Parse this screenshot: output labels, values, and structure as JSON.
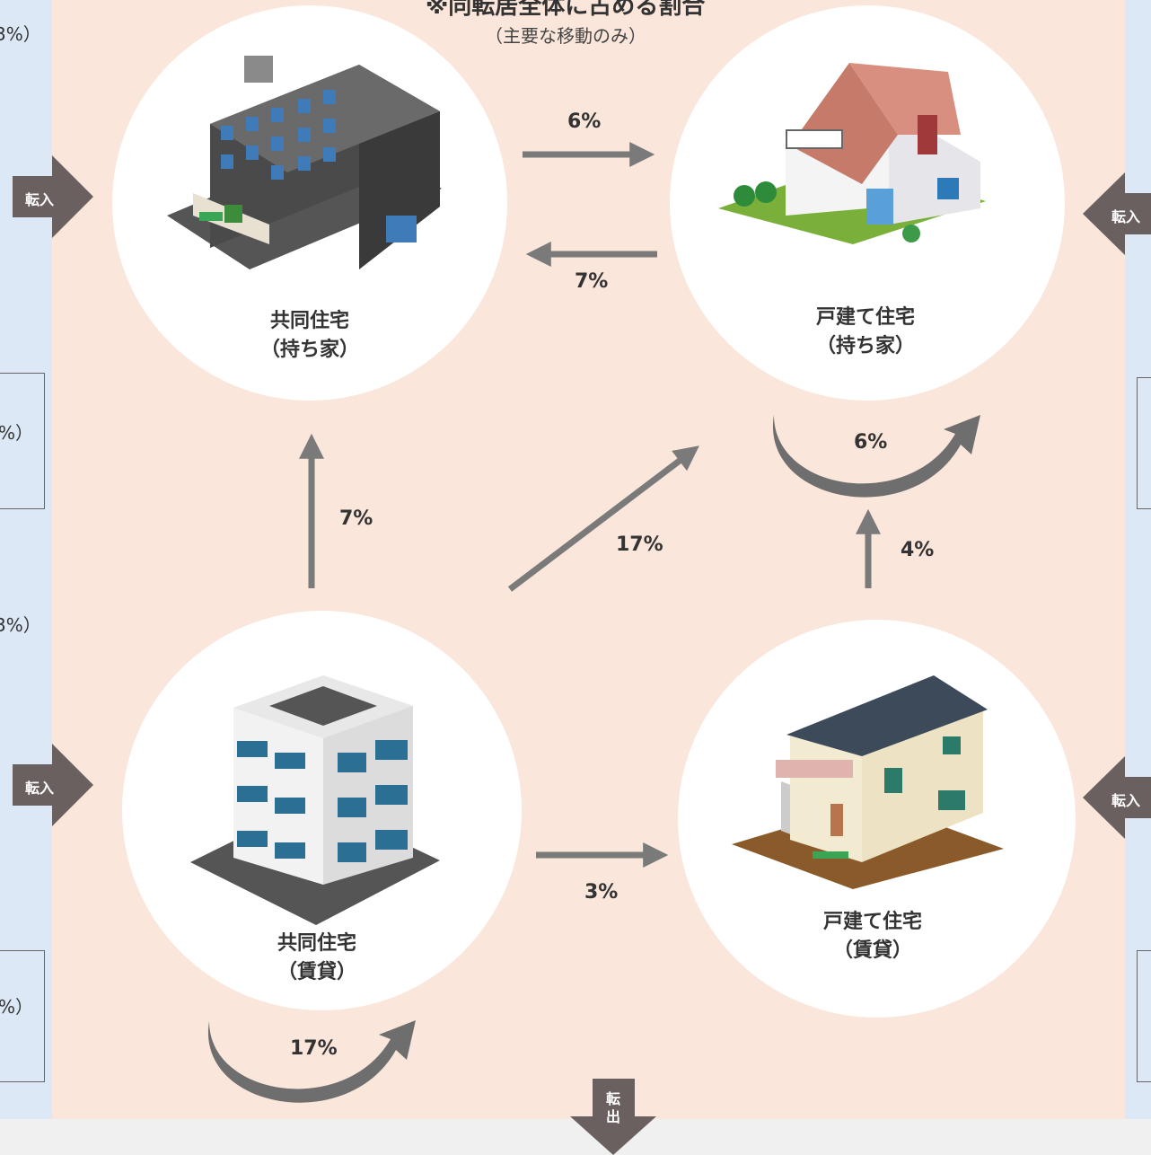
{
  "header": {
    "title": "※同転居全体に占める割合",
    "subtitle": "（主要な移動のみ）"
  },
  "left_panel": {
    "texts": [
      "3%）",
      "%）",
      "3%）",
      "%）"
    ]
  },
  "nodes": {
    "condo_owned": {
      "line1": "共同住宅",
      "line2": "（持ち家）"
    },
    "house_owned": {
      "line1": "戸建て住宅",
      "line2": "（持ち家）"
    },
    "condo_rental": {
      "line1": "共同住宅",
      "line2": "（賃貸）"
    },
    "house_rental": {
      "line1": "戸建て住宅",
      "line2": "（賃貸）"
    }
  },
  "flows": {
    "condo_owned_to_house_owned": "6%",
    "house_owned_to_condo_owned": "7%",
    "house_owned_self": "6%",
    "condo_rental_to_condo_owned": "7%",
    "condo_rental_to_house_owned": "17%",
    "house_rental_to_house_owned": "4%",
    "condo_rental_to_house_rental": "3%",
    "condo_rental_self": "17%"
  },
  "tags": {
    "in_top_left": "転入",
    "in_bottom_left": "転入",
    "in_top_right": "転入",
    "in_bottom_right": "転入",
    "out_bottom": "転出"
  },
  "colors": {
    "main_bg": "#fae6da",
    "side_bg": "#dce8f5",
    "arrow": "#7a7a7a",
    "tag": "#6b6060"
  }
}
